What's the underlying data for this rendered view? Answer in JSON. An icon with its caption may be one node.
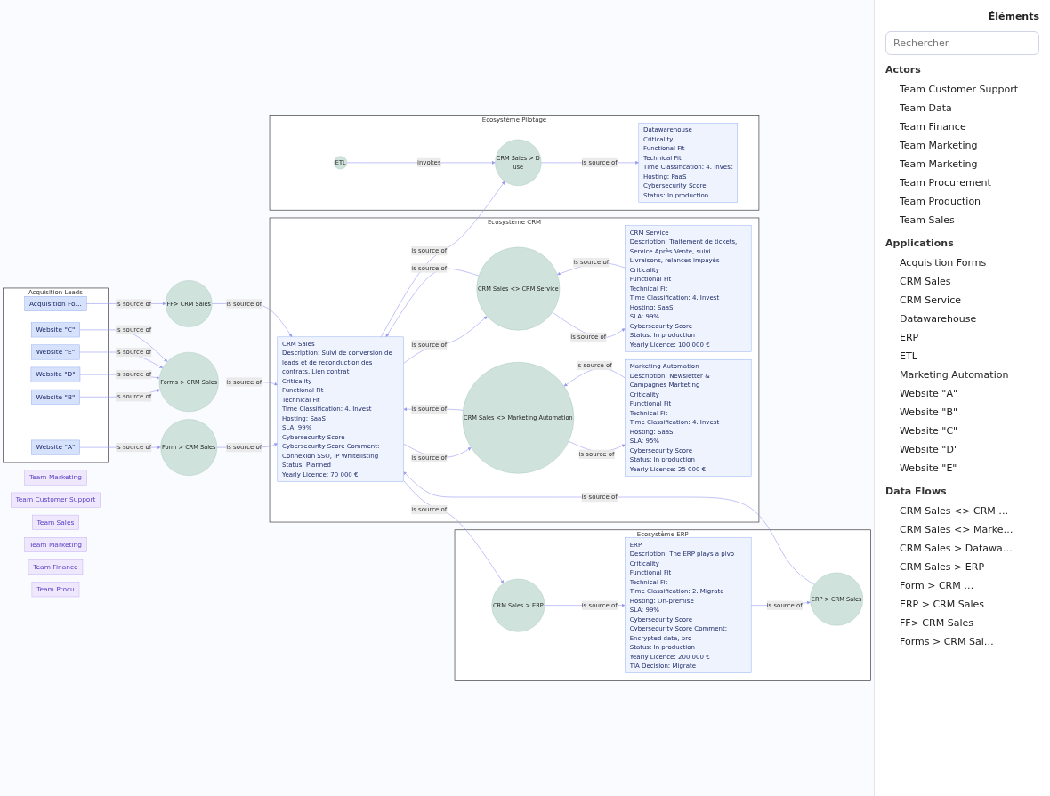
{
  "diagram": {
    "nodes": [
      {
        "text": [
          "Acquisition Leads"
        ]
      },
      {
        "text": [
          "Team Marketing"
        ]
      },
      {
        "text": [
          "Website \"A\""
        ],
        "in": 0
      },
      {
        "text": [
          "Website \"B\""
        ],
        "in": 0
      },
      {
        "text": [
          "Website \"D\""
        ],
        "in": 0
      },
      {
        "text": [
          "Website \"E\""
        ],
        "in": 0
      },
      {
        "text": [
          "Website \"C\""
        ],
        "in": 0
      },
      {
        "text": [
          "Acquisition Fo…"
        ],
        "in": 0
      },
      {
        "text": [
          "Form > CRM Sales"
        ]
      },
      {
        "text": [
          "Forms > CRM Sales"
        ]
      },
      {
        "text": [
          "FF> CRM Sales"
        ]
      },
      {
        "text": [
          "Ecosystème CRM"
        ]
      },
      {
        "text": [
          "Team Customer Support"
        ]
      },
      {
        "text": [
          "CRM Service",
          "Description: Traitement de tickets, Service Après Vente, suivi Livraisons, relances impayés",
          "Criticality",
          "Functional Fit",
          "Technical Fit",
          "Time Classification: 4. Invest",
          "Hosting: SaaS",
          "SLA: 99%",
          "Cybersecurity Score",
          "Status: In production",
          "Yearly Licence: 100 000 €"
        ],
        "in": 11
      },
      {
        "text": [
          "CRM Sales <> CRM Service"
        ],
        "in": 11
      },
      {
        "text": [
          "Team Sales"
        ]
      },
      {
        "text": [
          "CRM Sales",
          "Description: Suivi de conversion de leads et de reconduction des contrats. Lien contrat",
          "Criticality",
          "Functional Fit",
          "Technical Fit",
          "Time Classification: 4. Invest",
          "Hosting: SaaS",
          "SLA: 99%",
          "Cybersecurity Score",
          "Cybersecurity Score Comment: Connexion SSO, IP Whitelisting",
          "Status: Planned",
          "Yearly Licence: 70 000 €"
        ],
        "in": 11
      },
      {
        "text": [
          "CRM Sales <> Marketing Automation"
        ],
        "in": 11
      },
      {
        "text": [
          "Team Marketing"
        ]
      },
      {
        "text": [
          "Marketing Automation",
          "Description: Newsletter & Campagnes Marketing",
          "Criticality",
          "Functional Fit",
          "Technical Fit",
          "Time Classification: 4. Invest",
          "Hosting: SaaS",
          "SLA: 95%",
          "Cybersecurity Score",
          "Status: In production",
          "Yearly Licence: 25 000 €"
        ],
        "in": 11
      },
      {
        "text": [
          "Ecosystème ERP"
        ]
      },
      {
        "text": [
          "Team Finance"
        ]
      },
      {
        "text": [
          "Team Procu"
        ]
      },
      {
        "text": [
          "CRM Sales > ERP"
        ],
        "in": 20
      },
      {
        "text": [
          "ERP > CRM Sales"
        ],
        "in": 20
      },
      {
        "text": [
          "ERP",
          "Description: The ERP plays a pivo",
          "Criticality",
          "Functional Fit",
          "Technical Fit",
          "Time Classification: 2. Migrate",
          "Hosting: On-premise",
          "SLA: 99%",
          "Cybersecurity Score",
          "Cybersecurity Score Comment: Encrypted data, pro",
          "Status: In production",
          "Yearly Licence: 200 000 €",
          "TIA Decision: Migrate"
        ],
        "in": 20
      },
      {
        "text": [
          "Ecosystème Pilotage"
        ]
      },
      {
        "text": [
          "CRM Sales > D",
          "use"
        ],
        "in": 26
      },
      {
        "text": [
          "ETL"
        ],
        "in": 26
      },
      {
        "text": [
          "Datawarehouse",
          "Criticality",
          "Functional Fit",
          "Technical Fit",
          "Time Classification: 4. Invest",
          "Hosting: PaaS",
          "Cybersecurity Score",
          "Status: In production"
        ],
        "in": 26
      }
    ],
    "edges": [
      {
        "from": 2,
        "to": 8,
        "arrow": "to",
        "label": "is source of"
      },
      {
        "from": 3,
        "to": 9,
        "arrow": "to",
        "label": "is source of"
      },
      {
        "from": 4,
        "to": 9,
        "arrow": "to",
        "label": "is source of"
      },
      {
        "from": 5,
        "to": 9,
        "arrow": "to",
        "label": "is source of"
      },
      {
        "from": 6,
        "to": 9,
        "arrow": "to",
        "label": "is source of"
      },
      {
        "from": 7,
        "to": 10,
        "arrow": "to",
        "label": "is source of"
      },
      {
        "from": 8,
        "to": 16,
        "arrow": "to",
        "label": "is source of"
      },
      {
        "from": 9,
        "to": 16,
        "arrow": "to",
        "label": "is source of"
      },
      {
        "from": 10,
        "to": 16,
        "arrow": "to",
        "label": "is source of"
      },
      {
        "from": 13,
        "to": 14,
        "arrow": "to",
        "label": "is source of"
      },
      {
        "from": 14,
        "to": 13,
        "arrow": "to",
        "label": "is source of"
      },
      {
        "from": 16,
        "to": 14,
        "arrow": "to",
        "label": "is source of"
      },
      {
        "from": 14,
        "to": 16,
        "arrow": "to",
        "label": "is source of"
      },
      {
        "from": 16,
        "to": 17,
        "arrow": "to",
        "label": "is source of"
      },
      {
        "from": 17,
        "to": 16,
        "arrow": "to",
        "label": "is source of"
      },
      {
        "from": 19,
        "to": 17,
        "arrow": "to",
        "label": "is source of"
      },
      {
        "from": 17,
        "to": 19,
        "arrow": "to",
        "label": "is source of"
      },
      {
        "from": 16,
        "to": 23,
        "arrow": "to",
        "label": "is source of"
      },
      {
        "from": 23,
        "to": 25,
        "arrow": "to",
        "label": "is source of"
      },
      {
        "from": 25,
        "to": 24,
        "arrow": "to",
        "label": "is source of"
      },
      {
        "from": 24,
        "to": 16,
        "arrow": "to",
        "label": "is source of"
      },
      {
        "from": 16,
        "to": 27,
        "arrow": "to",
        "label": "is source of"
      },
      {
        "from": 27,
        "to": 29,
        "arrow": "to",
        "label": "is source of"
      },
      {
        "from": 28,
        "to": 27,
        "arrow": "to",
        "label": "invokes"
      }
    ],
    "labels": [
      "Éléments",
      "Rechercher",
      "Actors",
      "Team Customer Support",
      "Team Data",
      "Team Finance",
      "Team Marketing",
      "Team Marketing",
      "Team Procurement",
      "Team Production",
      "Team Sales",
      "Applications",
      "Acquisition Forms",
      "CRM Sales",
      "CRM Service",
      "Datawarehouse",
      "ERP",
      "ETL",
      "Marketing Automation",
      "Website \"A\"",
      "Website \"B\"",
      "Website \"C\"",
      "Website \"D\"",
      "Website \"E\"",
      "Data Flows",
      "CRM Sales <> CRM …",
      "CRM Sales <> Marke…",
      "CRM Sales > Datawa…",
      "CRM Sales > ERP",
      "Form > CRM …",
      "ERP > CRM Sales",
      "FF> CRM Sales",
      "Forms > CRM Sal…"
    ]
  }
}
